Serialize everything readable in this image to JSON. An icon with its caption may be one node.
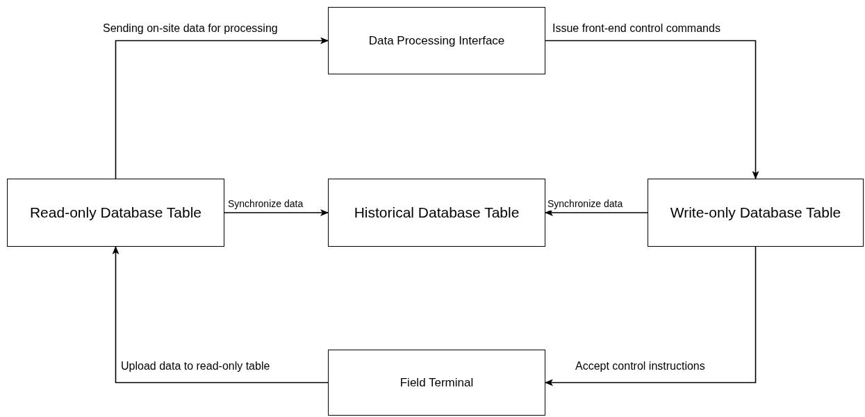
{
  "diagram": {
    "nodes": [
      {
        "text": [
          "Data Processing Interface"
        ]
      },
      {
        "text": [
          "Read-only Database Table"
        ]
      },
      {
        "text": [
          "Historical Database Table"
        ]
      },
      {
        "text": [
          "Write-only Database Table"
        ]
      },
      {
        "text": [
          "Field Terminal"
        ]
      }
    ],
    "edges": [
      {
        "from": 1,
        "to": 0,
        "arrow": "to",
        "label": "Sending on-site data for processing"
      },
      {
        "from": 0,
        "to": 3,
        "arrow": "to",
        "label": "Issue front-end control commands"
      },
      {
        "from": 1,
        "to": 2,
        "arrow": "to",
        "label": "Synchronize data"
      },
      {
        "from": 3,
        "to": 2,
        "arrow": "to",
        "label": "Synchronize data"
      },
      {
        "from": 3,
        "to": 4,
        "arrow": "to",
        "label": "Accept control instructions"
      },
      {
        "from": 4,
        "to": 1,
        "arrow": "to",
        "label": "Upload data to read-only table"
      }
    ]
  }
}
